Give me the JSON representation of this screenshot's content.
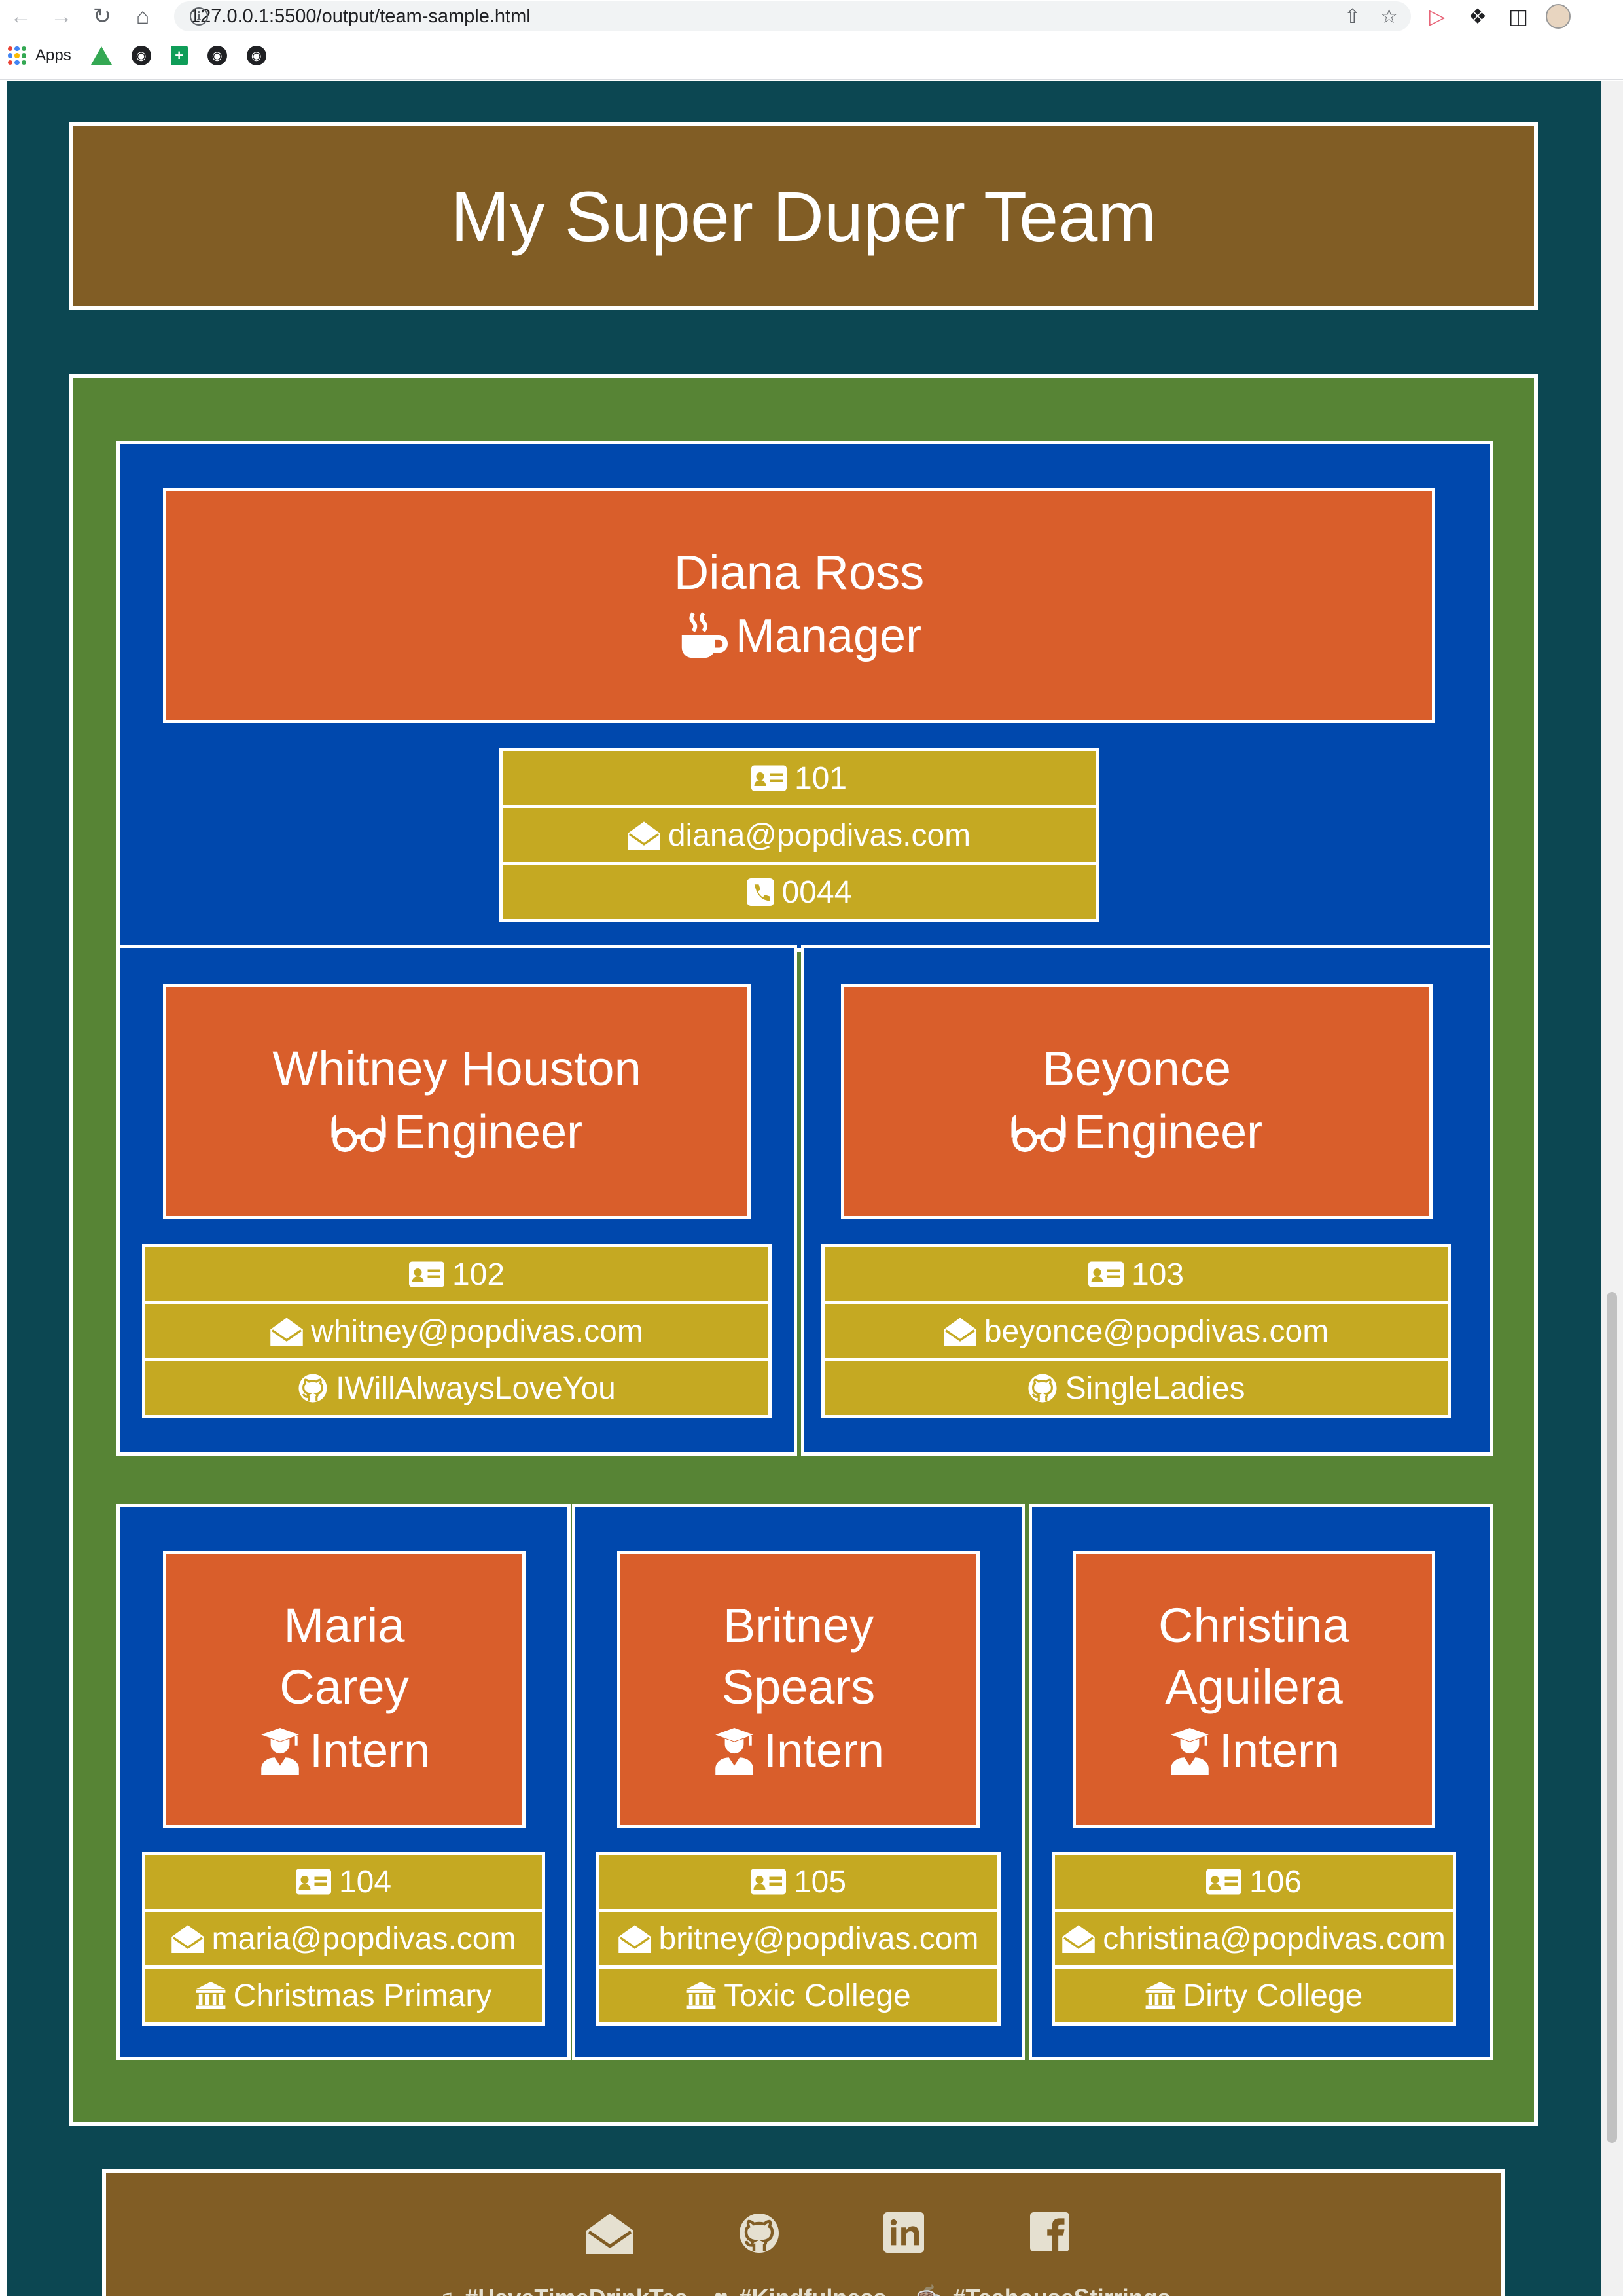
{
  "browser": {
    "url": "127.0.0.1:5500/output/team-sample.html",
    "bookmarks": [
      {
        "label": "Apps"
      }
    ]
  },
  "header": {
    "title": "My Super Duper Team"
  },
  "team": {
    "manager": {
      "name": "Diana Ross",
      "role": "Manager",
      "id": "101",
      "email": "diana@popdivas.com",
      "office": "0044"
    },
    "engineers": [
      {
        "name": "Whitney Houston",
        "role": "Engineer",
        "id": "102",
        "email": "whitney@popdivas.com",
        "github": "IWillAlwaysLoveYou"
      },
      {
        "name": "Beyonce",
        "role": "Engineer",
        "id": "103",
        "email": "beyonce@popdivas.com",
        "github": "SingleLadies"
      }
    ],
    "interns": [
      {
        "name_line1": "Maria",
        "name_line2": "Carey",
        "role": "Intern",
        "id": "104",
        "email": "maria@popdivas.com",
        "school": "Christmas Primary"
      },
      {
        "name_line1": "Britney",
        "name_line2": "Spears",
        "role": "Intern",
        "id": "105",
        "email": "britney@popdivas.com",
        "school": "Toxic College"
      },
      {
        "name_line1": "Christina",
        "name_line2": "Aguilera",
        "role": "Intern",
        "id": "106",
        "email": "christina@popdivas.com",
        "school": "Dirty College"
      }
    ]
  },
  "footer": {
    "social_icons": [
      "envelope-open-icon",
      "github-icon",
      "linkedin-icon",
      "facebook-icon"
    ],
    "tags": [
      "#HaveTimeDrinkTea",
      "#Kindfulness",
      "#TeahouseStirrings"
    ]
  },
  "colors": {
    "page_bg": "#0c4752",
    "header_bg": "#815d25",
    "main_bg": "#578435",
    "card_bg": "#0048ad",
    "card_head_bg": "#d95e2b",
    "info_row_bg": "#c5a922"
  }
}
